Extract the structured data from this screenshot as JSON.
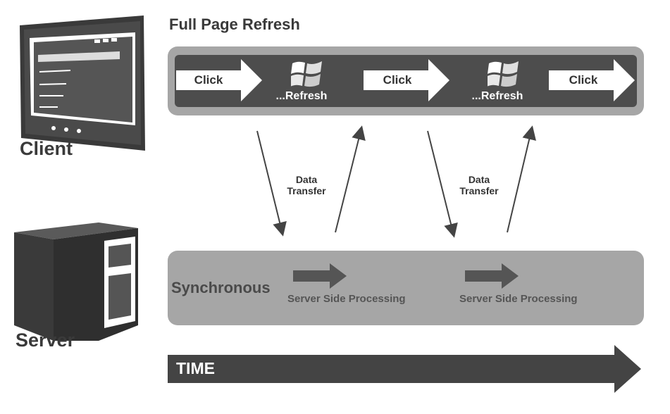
{
  "title": "Full Page Refresh",
  "client": {
    "label": "Client"
  },
  "server": {
    "label": "Server"
  },
  "client_timeline": {
    "steps": [
      {
        "type": "click",
        "label": "Click"
      },
      {
        "type": "refresh",
        "label": "...Refresh"
      },
      {
        "type": "click",
        "label": "Click"
      },
      {
        "type": "refresh",
        "label": "...Refresh"
      },
      {
        "type": "click",
        "label": "Click"
      }
    ]
  },
  "data_transfer": [
    {
      "line1": "Data",
      "line2": "Transfer"
    },
    {
      "line1": "Data",
      "line2": "Transfer"
    }
  ],
  "server_timeline": {
    "label": "Synchronous",
    "steps": [
      {
        "label": "Server Side Processing"
      },
      {
        "label": "Server Side Processing"
      }
    ]
  },
  "time_axis": {
    "label": "TIME"
  },
  "colors": {
    "dark_bar": "#4d4d4d",
    "light_bar": "#a6a6a6",
    "arrow_gray": "#555555",
    "text_dark": "#3a3a3a"
  },
  "icons": [
    "monitor-icon",
    "server-tower-icon",
    "windows-logo-icon"
  ]
}
